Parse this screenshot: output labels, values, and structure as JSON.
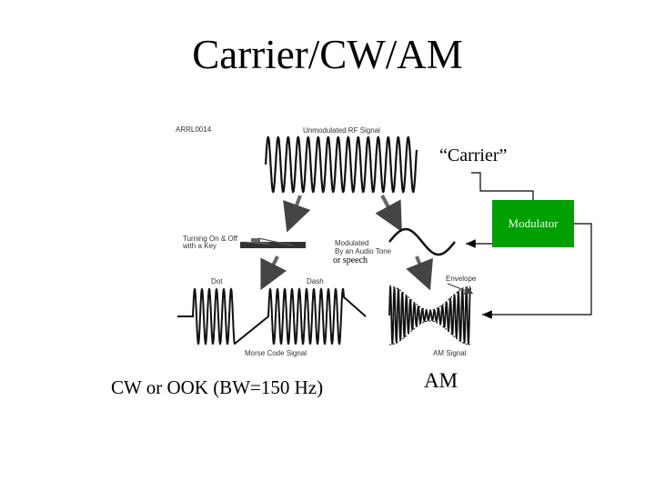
{
  "title": "Carrier/CW/AM",
  "figure": {
    "code": "ARRL0014",
    "unmodulated_label": "Unmodulated RF Signal",
    "key_label_1": "Turning On & Off",
    "key_label_2": "with a Key",
    "modulated_label_1": "Modulated",
    "modulated_label_2": "By an Audio Tone",
    "dot_label": "Dot",
    "dash_label": "Dash",
    "envelope_label": "Envelope",
    "morse_label": "Morse Code Signal",
    "am_signal_label": "AM Signal"
  },
  "annotations": {
    "carrier": "“Carrier”",
    "modulator": "Modulator",
    "speech": "or speech",
    "cw": "CW or OOK (BW=150 Hz)",
    "am": "AM"
  },
  "colors": {
    "modulator_fill": "#00a000",
    "modulator_text": "#e9ffe9",
    "line": "#333333"
  }
}
